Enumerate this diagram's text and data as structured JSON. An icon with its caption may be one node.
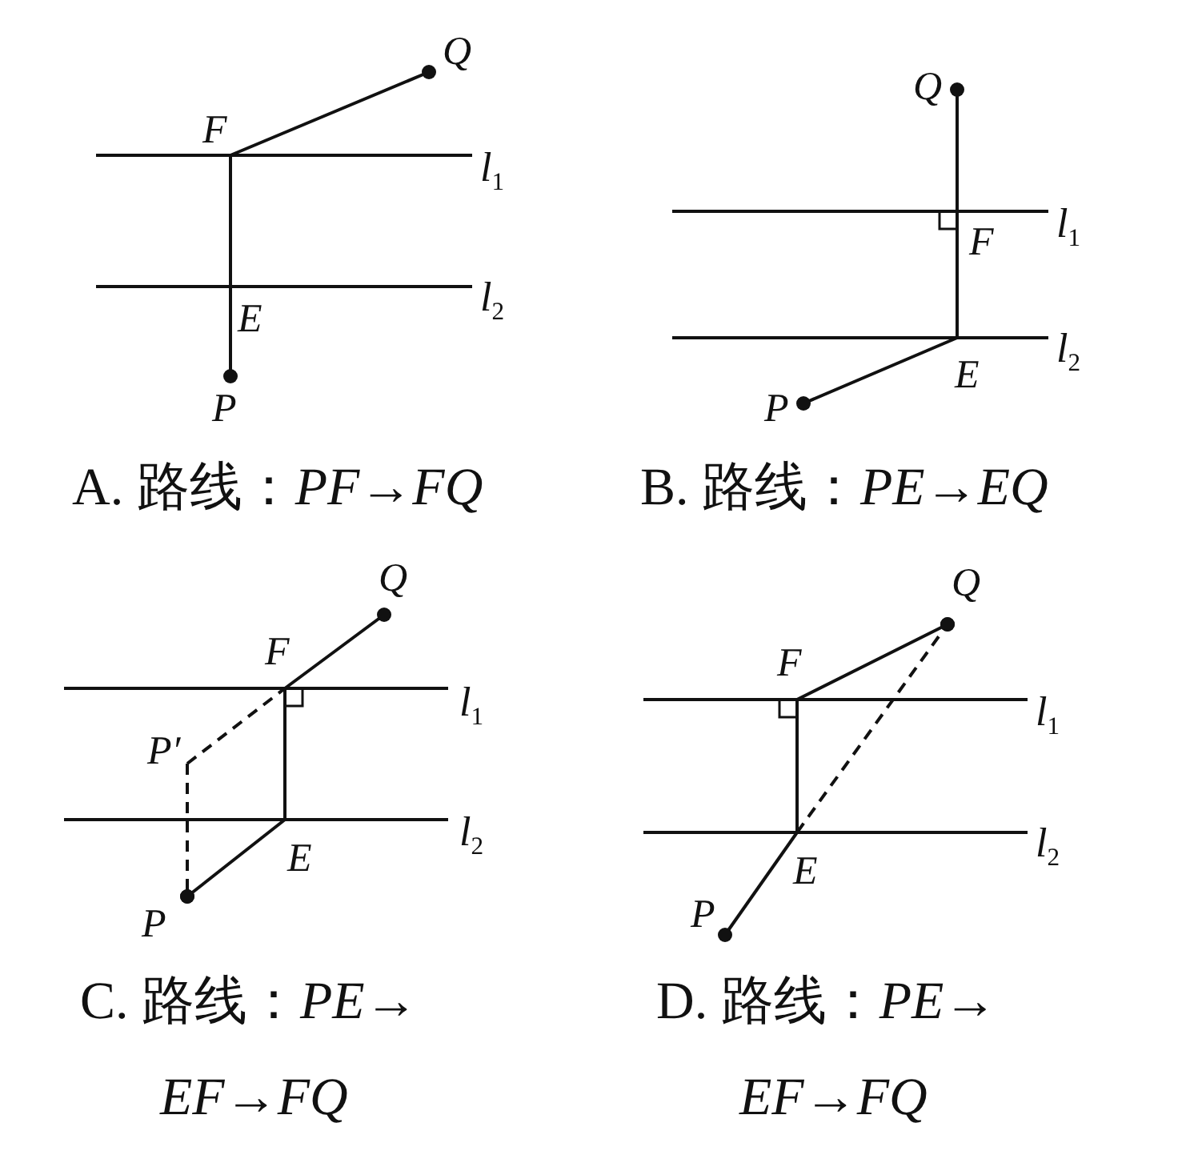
{
  "diagram": {
    "nodes": [
      {
        "text": [
          "F"
        ]
      },
      {
        "text": [
          "Q"
        ]
      },
      {
        "text": [
          "E"
        ]
      },
      {
        "text": [
          "P"
        ]
      },
      {
        "text": [
          "Q"
        ]
      },
      {
        "text": [
          "F"
        ]
      },
      {
        "text": [
          "E"
        ]
      },
      {
        "text": [
          "P"
        ]
      },
      {
        "text": [
          "Q"
        ]
      },
      {
        "text": [
          "F"
        ]
      },
      {
        "text": [
          "P′"
        ]
      },
      {
        "text": [
          "E"
        ]
      },
      {
        "text": [
          "P"
        ]
      },
      {
        "text": [
          "Q"
        ]
      },
      {
        "text": [
          "F"
        ]
      },
      {
        "text": [
          "E"
        ]
      },
      {
        "text": [
          "P"
        ]
      }
    ],
    "edges": [
      {
        "from": 2,
        "to": 3,
        "arrow": "other"
      },
      {
        "from": 2,
        "to": 0,
        "arrow": "none"
      },
      {
        "from": 0,
        "to": 1,
        "arrow": "other"
      },
      {
        "from": 6,
        "to": 7,
        "arrow": "other"
      },
      {
        "from": 6,
        "to": 5,
        "arrow": "none"
      },
      {
        "from": 5,
        "to": 4,
        "arrow": "other"
      },
      {
        "from": 11,
        "to": 12,
        "arrow": "other"
      },
      {
        "from": 11,
        "to": 9,
        "arrow": "none"
      },
      {
        "from": 9,
        "to": 8,
        "arrow": "other"
      },
      {
        "from": 10,
        "to": 12,
        "arrow": "other",
        "style": "dashed"
      },
      {
        "from": 10,
        "to": 9,
        "arrow": "none",
        "style": "dashed"
      },
      {
        "from": 15,
        "to": 16,
        "arrow": "other"
      },
      {
        "from": 15,
        "to": 14,
        "arrow": "none"
      },
      {
        "from": 14,
        "to": 13,
        "arrow": "other"
      },
      {
        "from": 15,
        "to": 13,
        "arrow": "other",
        "style": "dashed"
      }
    ],
    "labels": [
      "*l*$_{1}$",
      "*l*$_{2}$",
      "*l*$_{1}$",
      "*l*$_{2}$",
      "A. 路线：*PF*→*FQ*",
      "B. 路线：*PE*→*EQ*",
      "*l*$_{1}$",
      "*l*$_{2}$",
      "*l*$_{1}$",
      "*l*$_{2}$",
      "C. 路线：*PE*→",
      "D. 路线：*PE*→",
      "*EF*→*FQ*",
      "*EF*→*FQ*"
    ]
  }
}
